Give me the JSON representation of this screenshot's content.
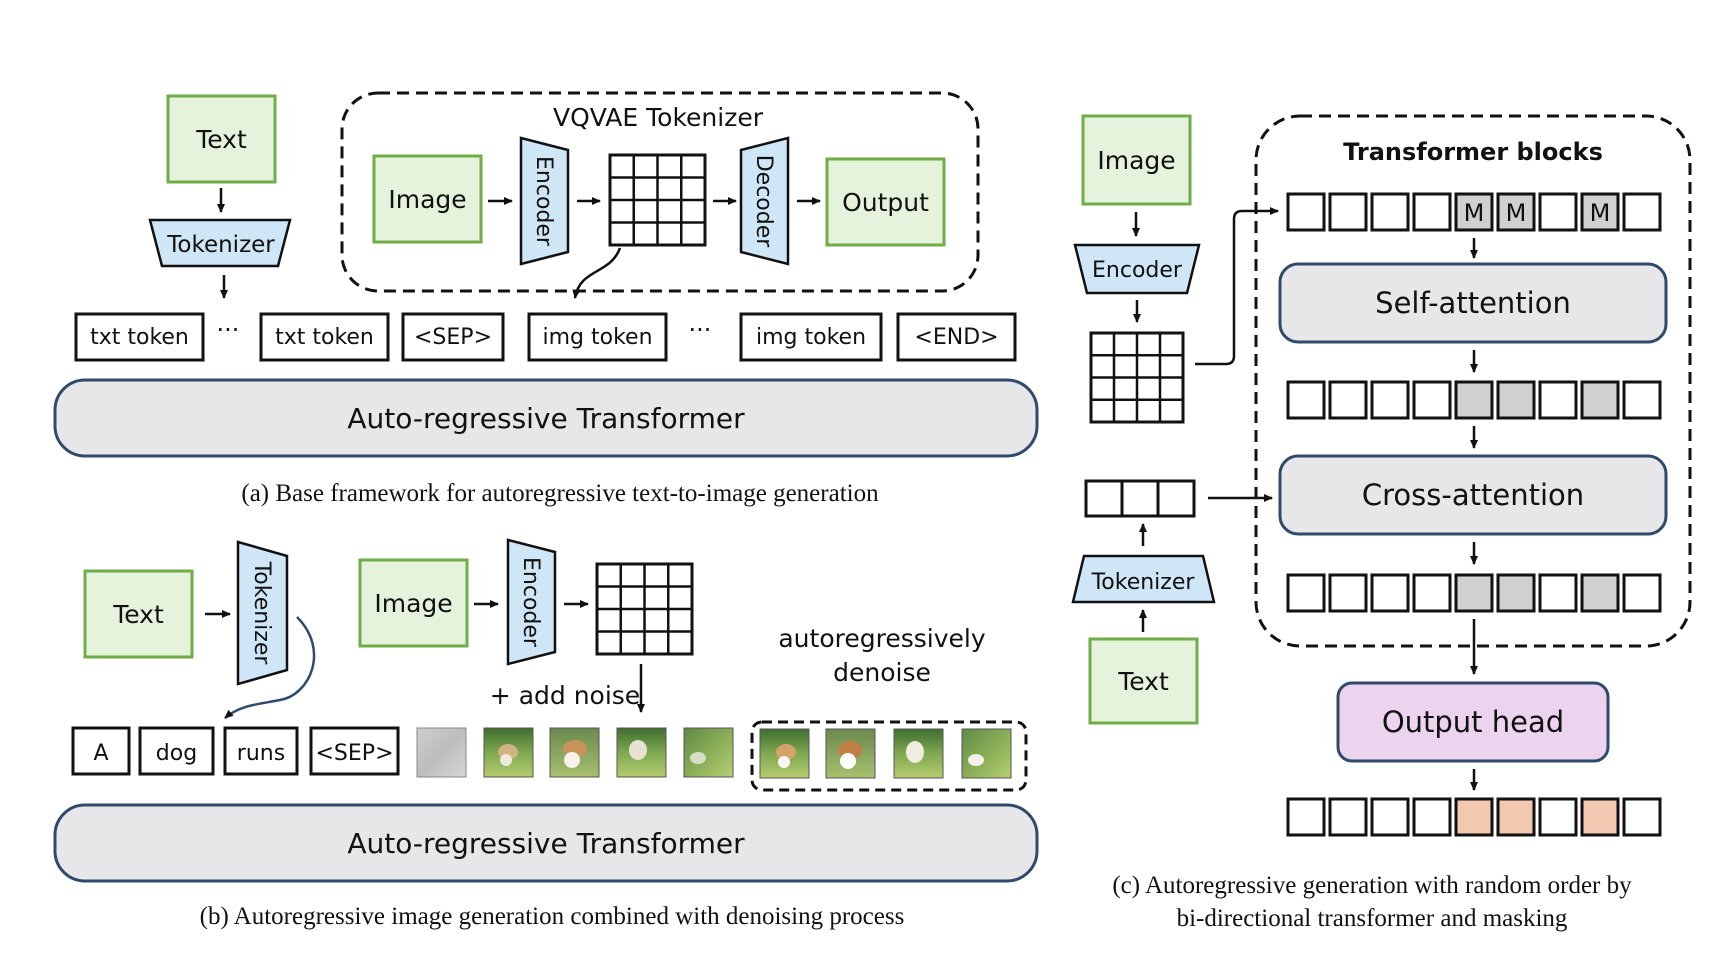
{
  "panel_a": {
    "text_box": "Text",
    "tokenizer": "Tokenizer",
    "vqvae_title": "VQVAE Tokenizer",
    "image_box": "Image",
    "encoder": "Encoder",
    "decoder": "Decoder",
    "output_box": "Output",
    "tokens": [
      "txt token",
      "txt token",
      "<SEP>",
      "img token",
      "img token",
      "<END>"
    ],
    "ellipsis": "···",
    "transformer": "Auto-regressive Transformer",
    "caption": "(a) Base framework for autoregressive text-to-image generation"
  },
  "panel_b": {
    "text_box": "Text",
    "tokenizer": "Tokenizer",
    "image_box": "Image",
    "encoder": "Encoder",
    "add_noise": "+ add noise",
    "denoise_line1": "autoregressively",
    "denoise_line2": "denoise",
    "words": [
      "A",
      "dog",
      "runs",
      "<SEP>"
    ],
    "transformer": "Auto-regressive Transformer",
    "caption": "(b) Autoregressive image generation combined with denoising process"
  },
  "panel_c": {
    "image_box": "Image",
    "encoder": "Encoder",
    "tokenizer": "Tokenizer",
    "text_box": "Text",
    "blocks_title": "Transformer blocks",
    "mask_label": "M",
    "self_attention": "Self-attention",
    "cross_attention": "Cross-attention",
    "output_head": "Output head",
    "caption_line1": "(c) Autoregressive generation with random order by",
    "caption_line2": "bi-directional transformer and masking"
  },
  "colors": {
    "green_fill": "#e6f3dc",
    "green_stroke": "#70ad47",
    "blue_fill": "#cfe6f6",
    "grey_fill": "#e7e7ea",
    "mask_fill": "#d0d0d0",
    "output_head_fill": "#ecd3ee",
    "output_token_fill": "#f2c8b0"
  }
}
